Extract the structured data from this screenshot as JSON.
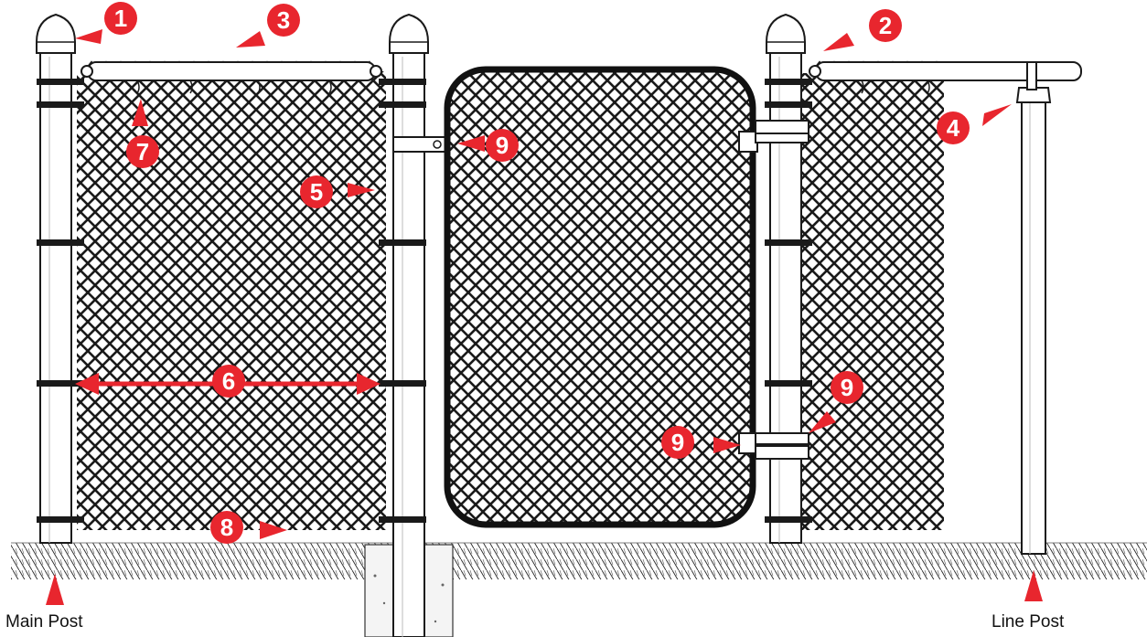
{
  "diagram": {
    "labels": {
      "main_post": "Main Post",
      "line_post": "Line Post"
    },
    "callouts": [
      {
        "id": "c1",
        "number": "1"
      },
      {
        "id": "c2",
        "number": "2"
      },
      {
        "id": "c3",
        "number": "3"
      },
      {
        "id": "c4",
        "number": "4"
      },
      {
        "id": "c5",
        "number": "5"
      },
      {
        "id": "c6",
        "number": "6"
      },
      {
        "id": "c7",
        "number": "7"
      },
      {
        "id": "c8",
        "number": "8"
      },
      {
        "id": "c9a",
        "number": "9"
      },
      {
        "id": "c9b",
        "number": "9"
      },
      {
        "id": "c9c",
        "number": "9"
      }
    ],
    "colors": {
      "callout": "#e8262e",
      "ink": "#111111",
      "post_fill": "#ffffff"
    }
  }
}
